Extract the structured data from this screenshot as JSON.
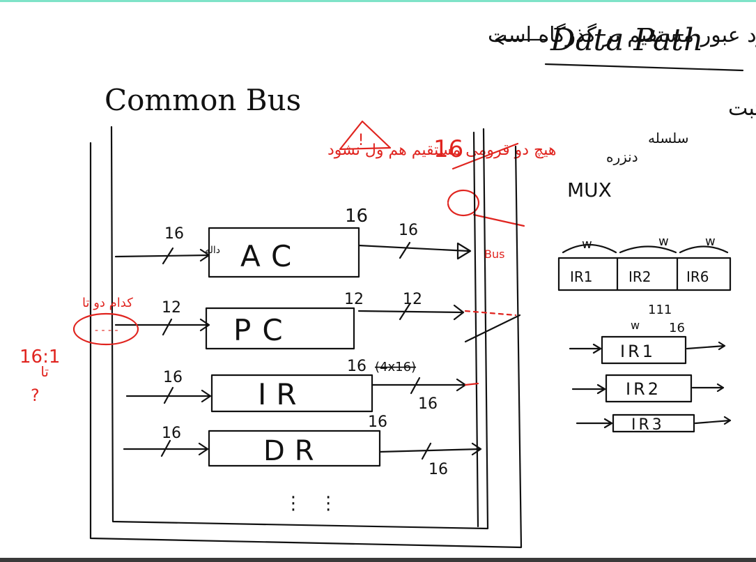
{
  "header": {
    "title": "Data Path",
    "persian_definition": "دو رکورد عبور مستقیم بر گذرگاه است"
  },
  "right_notes": {
    "line1": "الگوریتم ثبت",
    "line2": "سلسله",
    "line3": "دنزره",
    "mux": "MUX"
  },
  "bus": {
    "title": "Common Bus",
    "warning_text": "هیچ دو قرومی مستقیم هم ول نشود",
    "warning_symbol": "!",
    "width_label": "16",
    "bus_label": "Bus"
  },
  "registers": [
    {
      "name": "AC",
      "prefix": "داله",
      "in_width": "16",
      "size": "16",
      "out_width": "16"
    },
    {
      "name": "PC",
      "prefix": "",
      "in_width": "12",
      "size": "12",
      "out_width": "12"
    },
    {
      "name": "IR",
      "prefix": "",
      "in_width": "16",
      "size": "16",
      "out_width": "16",
      "struck": "(4x16)"
    },
    {
      "name": "DR",
      "prefix": "",
      "in_width": "16",
      "size": "16",
      "out_width": "16"
    }
  ],
  "ellipsis": "⋮ ⋮",
  "left_note": {
    "persian": "کدام دو تا",
    "numbers": "16:1",
    "unit": "تا",
    "question": "?",
    "dots": "- - - -"
  },
  "ir_split": {
    "labels": [
      "IR1",
      "IR2",
      "IR6"
    ],
    "w_marks": [
      "w",
      "w",
      "w"
    ]
  },
  "ir_stack": {
    "top_count": "111",
    "w": "w",
    "width": "16",
    "registers": [
      "IR1",
      "IR2",
      "IR3"
    ]
  }
}
